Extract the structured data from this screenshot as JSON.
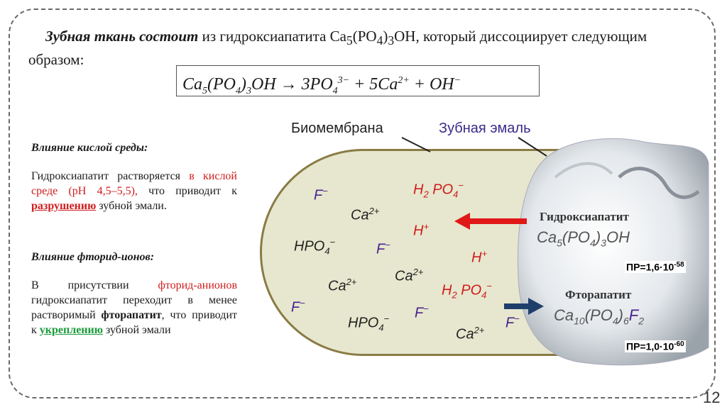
{
  "intro": {
    "lead": "Зубная ткань состоит",
    "text": " из гидроксиапатита Ca",
    "rest": ", который диссоциирует следующим образом:"
  },
  "equation": {
    "text": "Ca5(PO4)3OH → 3PO4 3− + 5Ca2+ + OH −"
  },
  "acid": {
    "heading": "Влияние кислой среды:",
    "p1": "Гидроксиапатит растворяется",
    "p1_red": "в кислой среде (pH 4,5–5,5),",
    "p1_b": " что приводит к ",
    "p1_ul": "разрушению",
    "p1_end": " зубной эмали."
  },
  "fluoride": {
    "heading": "Влияние фторид-ионов:",
    "p1": "В присутствии ",
    "p1_red": "фторид-анионов",
    "p1_b": " гидроксиапатит переходит в менее растворимый ",
    "p1_bold": "фторапатит",
    "p1_c": ", что приводит к ",
    "p1_ul": "укреплению",
    "p1_end": " зубной эмали"
  },
  "diagram": {
    "biomembrane_label": "Биомембрана",
    "enamel_label": "Зубная эмаль",
    "hydroxyapatite_label": "Гидроксиапатит",
    "fluorapatite_label": "Фторапатит",
    "pr1": "ПР=1,6·10",
    "pr1_exp": "-58",
    "pr2": "ПР=1,0·10",
    "pr2_exp": "-60",
    "colors": {
      "membrane_fill": "#e6e7ce",
      "membrane_border": "#8a7b45",
      "arrow_red": "#e01818",
      "arrow_dark": "#1f3f6b",
      "ion_purple": "#4a238f",
      "ion_red": "#d01c1c"
    }
  },
  "page_number": "12"
}
